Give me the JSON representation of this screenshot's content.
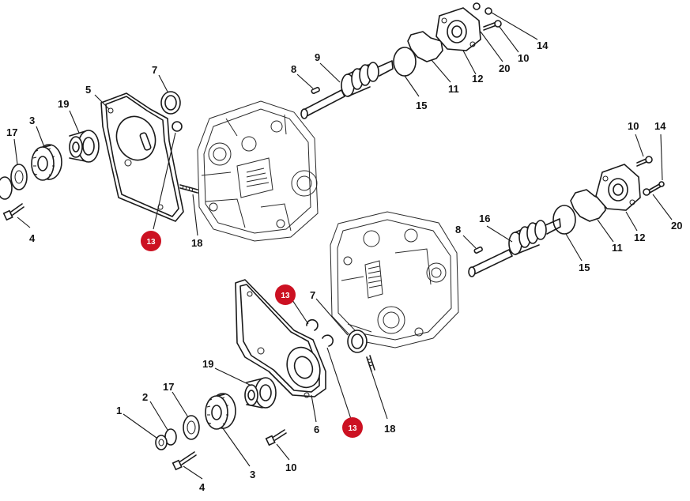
{
  "diagram": {
    "colors": {
      "line": "#1a1a1a",
      "callout": "#cc1122",
      "background": "#ffffff"
    },
    "labels": {
      "l1": "1",
      "l2": "2",
      "l3a": "3",
      "l3b": "3",
      "l4a": "4",
      "l4b": "4",
      "l5": "5",
      "l6": "6",
      "l7a": "7",
      "l7b": "7",
      "l8a": "8",
      "l8b": "8",
      "l9": "9",
      "l10a": "10",
      "l10b": "10",
      "l10c": "10",
      "l11a": "11",
      "l11b": "11",
      "l12a": "12",
      "l12b": "12",
      "l14a": "14",
      "l14b": "14",
      "l15a": "15",
      "l15b": "15",
      "l16": "16",
      "l17a": "17",
      "l17b": "17",
      "l18a": "18",
      "l18b": "18",
      "l19a": "19",
      "l19b": "19",
      "l20a": "20",
      "l20b": "20"
    },
    "callouts": {
      "c1": "13",
      "c2": "13",
      "c3": "13"
    }
  }
}
